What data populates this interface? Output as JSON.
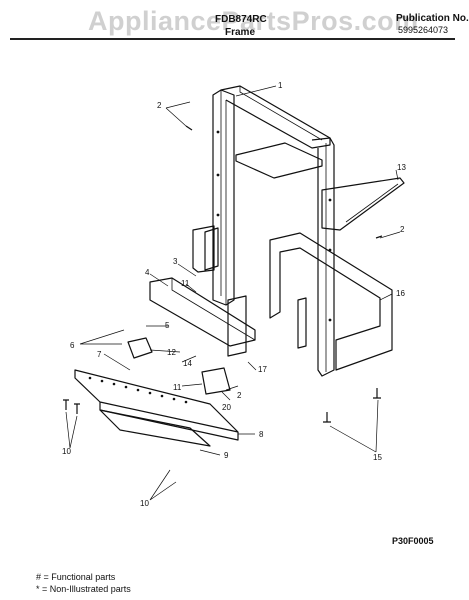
{
  "watermark": "AppliancePartsPros.com",
  "header": {
    "model": "FDB874RC",
    "section": "Frame",
    "publication_label": "Publication No.",
    "publication_number": "5995264073"
  },
  "diagram": {
    "code": "P30F0005",
    "callouts": [
      "1",
      "2",
      "2",
      "2",
      "3",
      "4",
      "5",
      "6",
      "7",
      "8",
      "9",
      "10",
      "10",
      "11",
      "11",
      "12",
      "13",
      "14",
      "15",
      "16",
      "17",
      "20"
    ]
  },
  "legend": {
    "functional": "# = Functional parts",
    "non_illustrated": "* = Non-Illustrated parts"
  }
}
